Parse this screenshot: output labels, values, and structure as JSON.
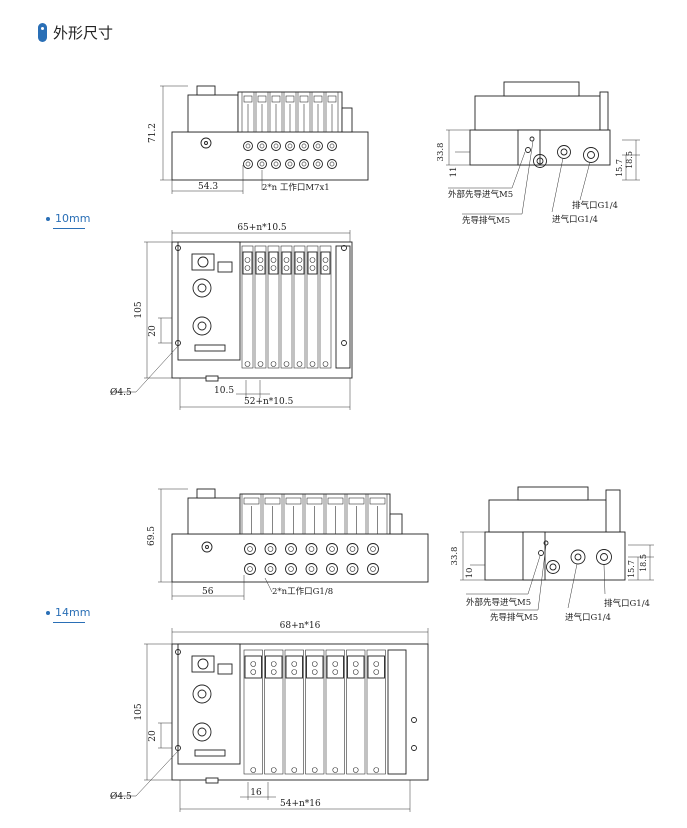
{
  "header": {
    "title": "外形尺寸",
    "icon": "info-pin-icon"
  },
  "colors": {
    "accent": "#2a6fb6",
    "line": "#222222"
  },
  "sections": [
    {
      "size_label": "10mm",
      "front": {
        "height": "71.2",
        "offset": "54.3",
        "ports": "2*n 工作口M7x1"
      },
      "side": {
        "dim_a": "33.8",
        "dim_b": "11",
        "dim_c": "15.7",
        "dim_d": "18.5",
        "pilot_in": "外部先导进气M5",
        "pilot_out": "先导排气M5",
        "intake": "进气口G1/4",
        "exhaust": "排气口G1/4"
      },
      "top": {
        "width": "65+n*10.5",
        "height": "105",
        "mount": "20",
        "hole": "Ø4.5",
        "pitch": "10.5",
        "base": "52+n*10.5"
      }
    },
    {
      "size_label": "14mm",
      "front": {
        "height": "69.5",
        "offset": "56",
        "ports": "2*n工作口G1/8"
      },
      "side": {
        "dim_a": "33.8",
        "dim_b": "10",
        "dim_c": "15.7",
        "dim_d": "18.5",
        "pilot_in": "外部先导进气M5",
        "pilot_out": "先导排气M5",
        "intake": "进气口G1/4",
        "exhaust": "排气口G1/4"
      },
      "top": {
        "width": "68+n*16",
        "height": "105",
        "mount": "20",
        "hole": "Ø4.5",
        "pitch": "16",
        "base": "54+n*16"
      }
    }
  ]
}
